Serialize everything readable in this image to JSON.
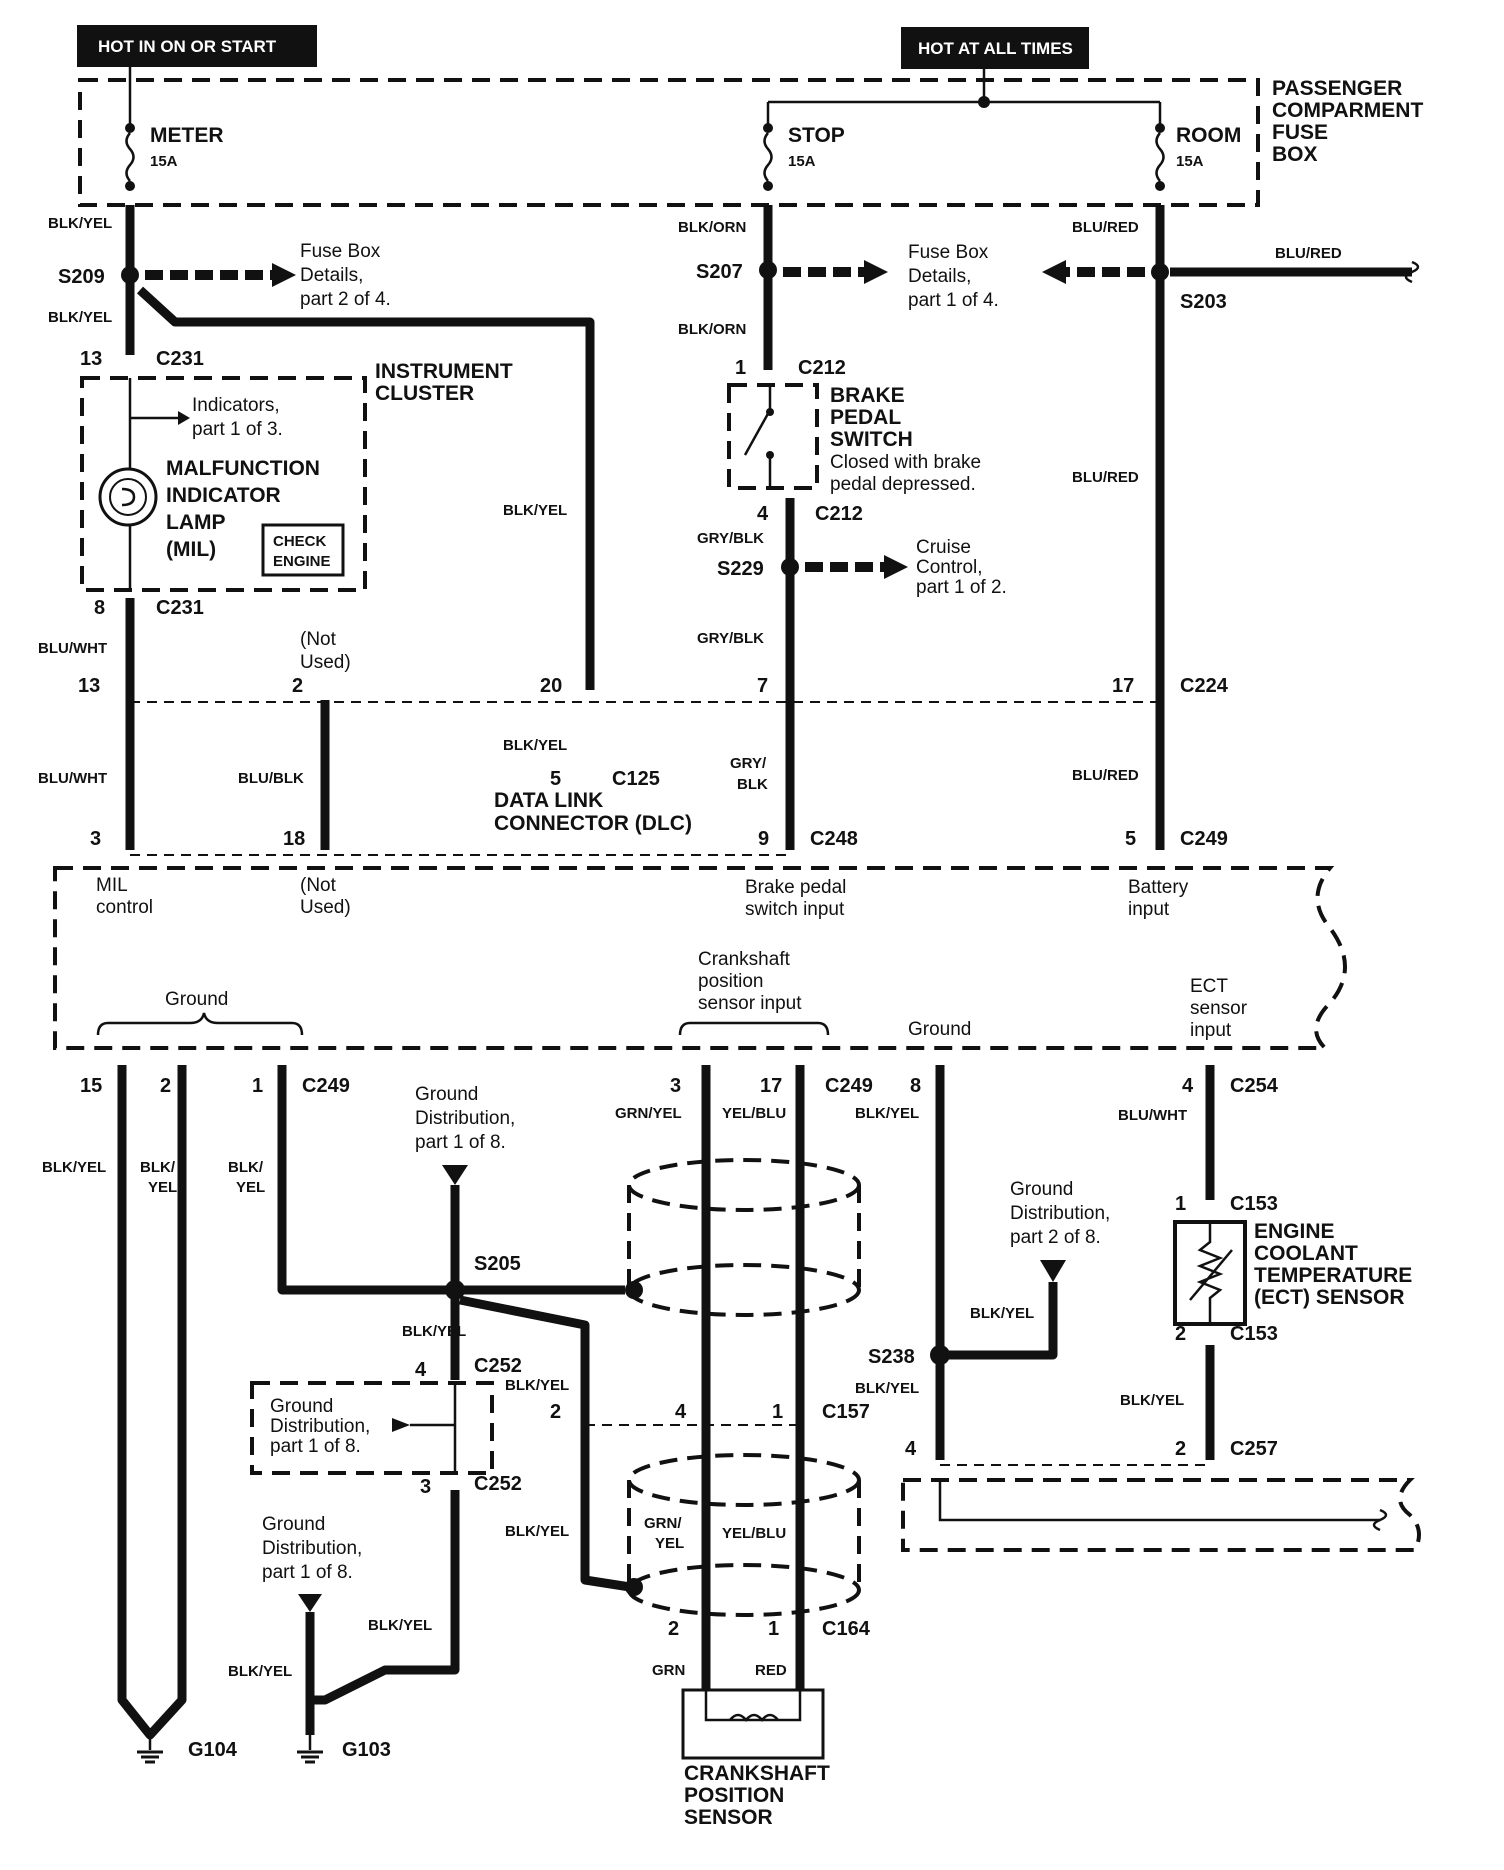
{
  "headers": {
    "hot_in_on_or_start": "HOT IN ON OR START",
    "hot_at_all_times": "HOT AT ALL TIMES"
  },
  "fuse_box": {
    "label_line1": "PASSENGER",
    "label_line2": "COMPARMENT",
    "label_line3": "FUSE",
    "label_line4": "BOX",
    "fuses": [
      {
        "name": "METER",
        "rating": "15A"
      },
      {
        "name": "STOP",
        "rating": "15A"
      },
      {
        "name": "ROOM",
        "rating": "15A"
      }
    ]
  },
  "splices": {
    "s209": "S209",
    "s207": "S207",
    "s203": "S203",
    "s229": "S229",
    "s205": "S205",
    "s238": "S238"
  },
  "references": {
    "fuse_details_2": [
      "Fuse Box",
      "Details,",
      "part 2 of 4."
    ],
    "fuse_details_1": [
      "Fuse Box",
      "Details,",
      "part 1 of 4."
    ],
    "indicators": [
      "Indicators,",
      "part 1 of 3."
    ],
    "cruise": [
      "Cruise",
      "Control,",
      "part 1 of 2."
    ],
    "ground_dist_1a": [
      "Ground",
      "Distribution,",
      "part 1 of 8."
    ],
    "ground_dist_2": [
      "Ground",
      "Distribution,",
      "part 2 of 8."
    ],
    "ground_dist_1b": [
      "Ground",
      "Distribution,",
      "part 1 of 8."
    ],
    "ground_dist_1c": [
      "Ground",
      "Distribution,",
      "part 1 of 8."
    ]
  },
  "components": {
    "instrument_cluster": [
      "INSTRUMENT",
      "CLUSTER"
    ],
    "mil": [
      "MALFUNCTION",
      "INDICATOR",
      "LAMP",
      "(MIL)"
    ],
    "check_engine": [
      "CHECK",
      "ENGINE"
    ],
    "brake_switch": [
      "BRAKE",
      "PEDAL",
      "SWITCH"
    ],
    "brake_switch_note": [
      "Closed with brake",
      "pedal depressed."
    ],
    "dlc": [
      "DATA LINK",
      "CONNECTOR (DLC)"
    ],
    "ect_sensor": [
      "ENGINE",
      "COOLANT",
      "TEMPERATURE",
      "(ECT) SENSOR"
    ],
    "ckp_sensor": [
      "CRANKSHAFT",
      "POSITION",
      "SENSOR"
    ]
  },
  "ecm_inputs": {
    "mil_control": [
      "MIL",
      "control"
    ],
    "not_used": [
      "(Not",
      "Used)"
    ],
    "not_used_top": [
      "(Not",
      "Used)"
    ],
    "brake_input": [
      "Brake pedal",
      "switch input"
    ],
    "battery_input": [
      "Battery",
      "input"
    ],
    "ground_left": "Ground",
    "ground_right": "Ground",
    "ckp_input": [
      "Crankshaft",
      "position",
      "sensor input"
    ],
    "ect_input": [
      "ECT",
      "sensor",
      "input"
    ]
  },
  "connectors": {
    "c231": "C231",
    "c212": "C212",
    "c224": "C224",
    "c125": "C125",
    "c248": "C248",
    "c249": "C249",
    "c254": "C254",
    "c153": "C153",
    "c252": "C252",
    "c157": "C157",
    "c257": "C257",
    "c164": "C164"
  },
  "grounds": {
    "g104": "G104",
    "g103": "G103"
  },
  "wire_colors": {
    "blk_yel": "BLK/YEL",
    "blk_orn": "BLK/ORN",
    "blu_red": "BLU/RED",
    "gry_blk": "GRY/BLK",
    "gry": "GRY/",
    "blk": "BLK",
    "blu_wht": "BLU/WHT",
    "blu_blk": "BLU/BLK",
    "grn_yel": "GRN/YEL",
    "yel_blu": "YEL/BLU",
    "blk_slash": "BLK/",
    "yel": "YEL",
    "grn_slash": "GRN/",
    "grn": "GRN",
    "red": "RED"
  },
  "pins": {
    "p1": "1",
    "p2": "2",
    "p3": "3",
    "p4": "4",
    "p5": "5",
    "p7": "7",
    "p8": "8",
    "p9": "9",
    "p13": "13",
    "p15": "15",
    "p17": "17",
    "p18": "18",
    "p20": "20"
  }
}
